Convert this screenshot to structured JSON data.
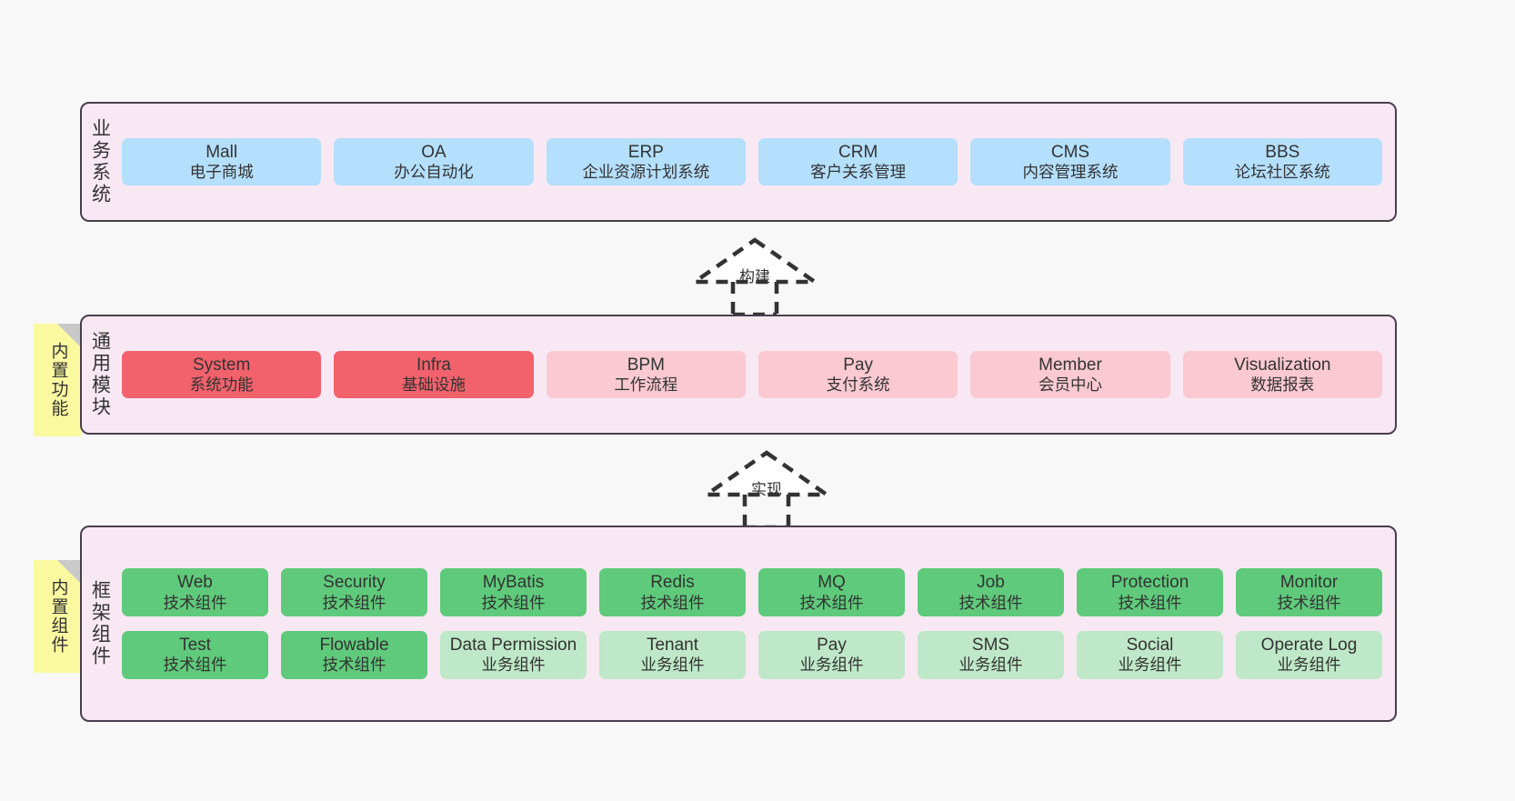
{
  "diagram": {
    "background_color": "#f8f8f8",
    "layer_fill": "#f8e8f3",
    "layer_border": "#4a3f4d",
    "note_color": "#fbf9a0"
  },
  "layers": [
    {
      "id": "business",
      "title": "业务系统",
      "rows": [
        {
          "items": [
            {
              "en": "Mall",
              "cn": "电子商城",
              "style": "blue"
            },
            {
              "en": "OA",
              "cn": "办公自动化",
              "style": "blue"
            },
            {
              "en": "ERP",
              "cn": "企业资源计划系统",
              "style": "blue"
            },
            {
              "en": "CRM",
              "cn": "客户关系管理",
              "style": "blue"
            },
            {
              "en": "CMS",
              "cn": "内容管理系统",
              "style": "blue"
            },
            {
              "en": "BBS",
              "cn": "论坛社区系统",
              "style": "blue"
            }
          ]
        }
      ]
    },
    {
      "id": "common",
      "title": "通用模块",
      "note": "内置功能",
      "rows": [
        {
          "items": [
            {
              "en": "System",
              "cn": "系统功能",
              "style": "red"
            },
            {
              "en": "Infra",
              "cn": "基础设施",
              "style": "red"
            },
            {
              "en": "BPM",
              "cn": "工作流程",
              "style": "pink"
            },
            {
              "en": "Pay",
              "cn": "支付系统",
              "style": "pink"
            },
            {
              "en": "Member",
              "cn": "会员中心",
              "style": "pink"
            },
            {
              "en": "Visualization",
              "cn": "数据报表",
              "style": "pink"
            }
          ]
        }
      ]
    },
    {
      "id": "framework",
      "title": "框架组件",
      "note": "内置组件",
      "rows": [
        {
          "items": [
            {
              "en": "Web",
              "cn": "技术组件",
              "style": "green"
            },
            {
              "en": "Security",
              "cn": "技术组件",
              "style": "green"
            },
            {
              "en": "MyBatis",
              "cn": "技术组件",
              "style": "green"
            },
            {
              "en": "Redis",
              "cn": "技术组件",
              "style": "green"
            },
            {
              "en": "MQ",
              "cn": "技术组件",
              "style": "green"
            },
            {
              "en": "Job",
              "cn": "技术组件",
              "style": "green"
            },
            {
              "en": "Protection",
              "cn": "技术组件",
              "style": "green"
            },
            {
              "en": "Monitor",
              "cn": "技术组件",
              "style": "green"
            }
          ]
        },
        {
          "items": [
            {
              "en": "Test",
              "cn": "技术组件",
              "style": "green"
            },
            {
              "en": "Flowable",
              "cn": "技术组件",
              "style": "green"
            },
            {
              "en": "Data Permission",
              "cn": "业务组件",
              "style": "lightgreen",
              "wrap": true
            },
            {
              "en": "Tenant",
              "cn": "业务组件",
              "style": "lightgreen"
            },
            {
              "en": "Pay",
              "cn": "业务组件",
              "style": "lightgreen"
            },
            {
              "en": "SMS",
              "cn": "业务组件",
              "style": "lightgreen"
            },
            {
              "en": "Social",
              "cn": "业务组件",
              "style": "lightgreen"
            },
            {
              "en": "Operate Log",
              "cn": "业务组件",
              "style": "lightgreen"
            }
          ]
        }
      ]
    }
  ],
  "connectors": [
    {
      "id": "build",
      "label": "构建"
    },
    {
      "id": "implement",
      "label": "实现"
    }
  ]
}
